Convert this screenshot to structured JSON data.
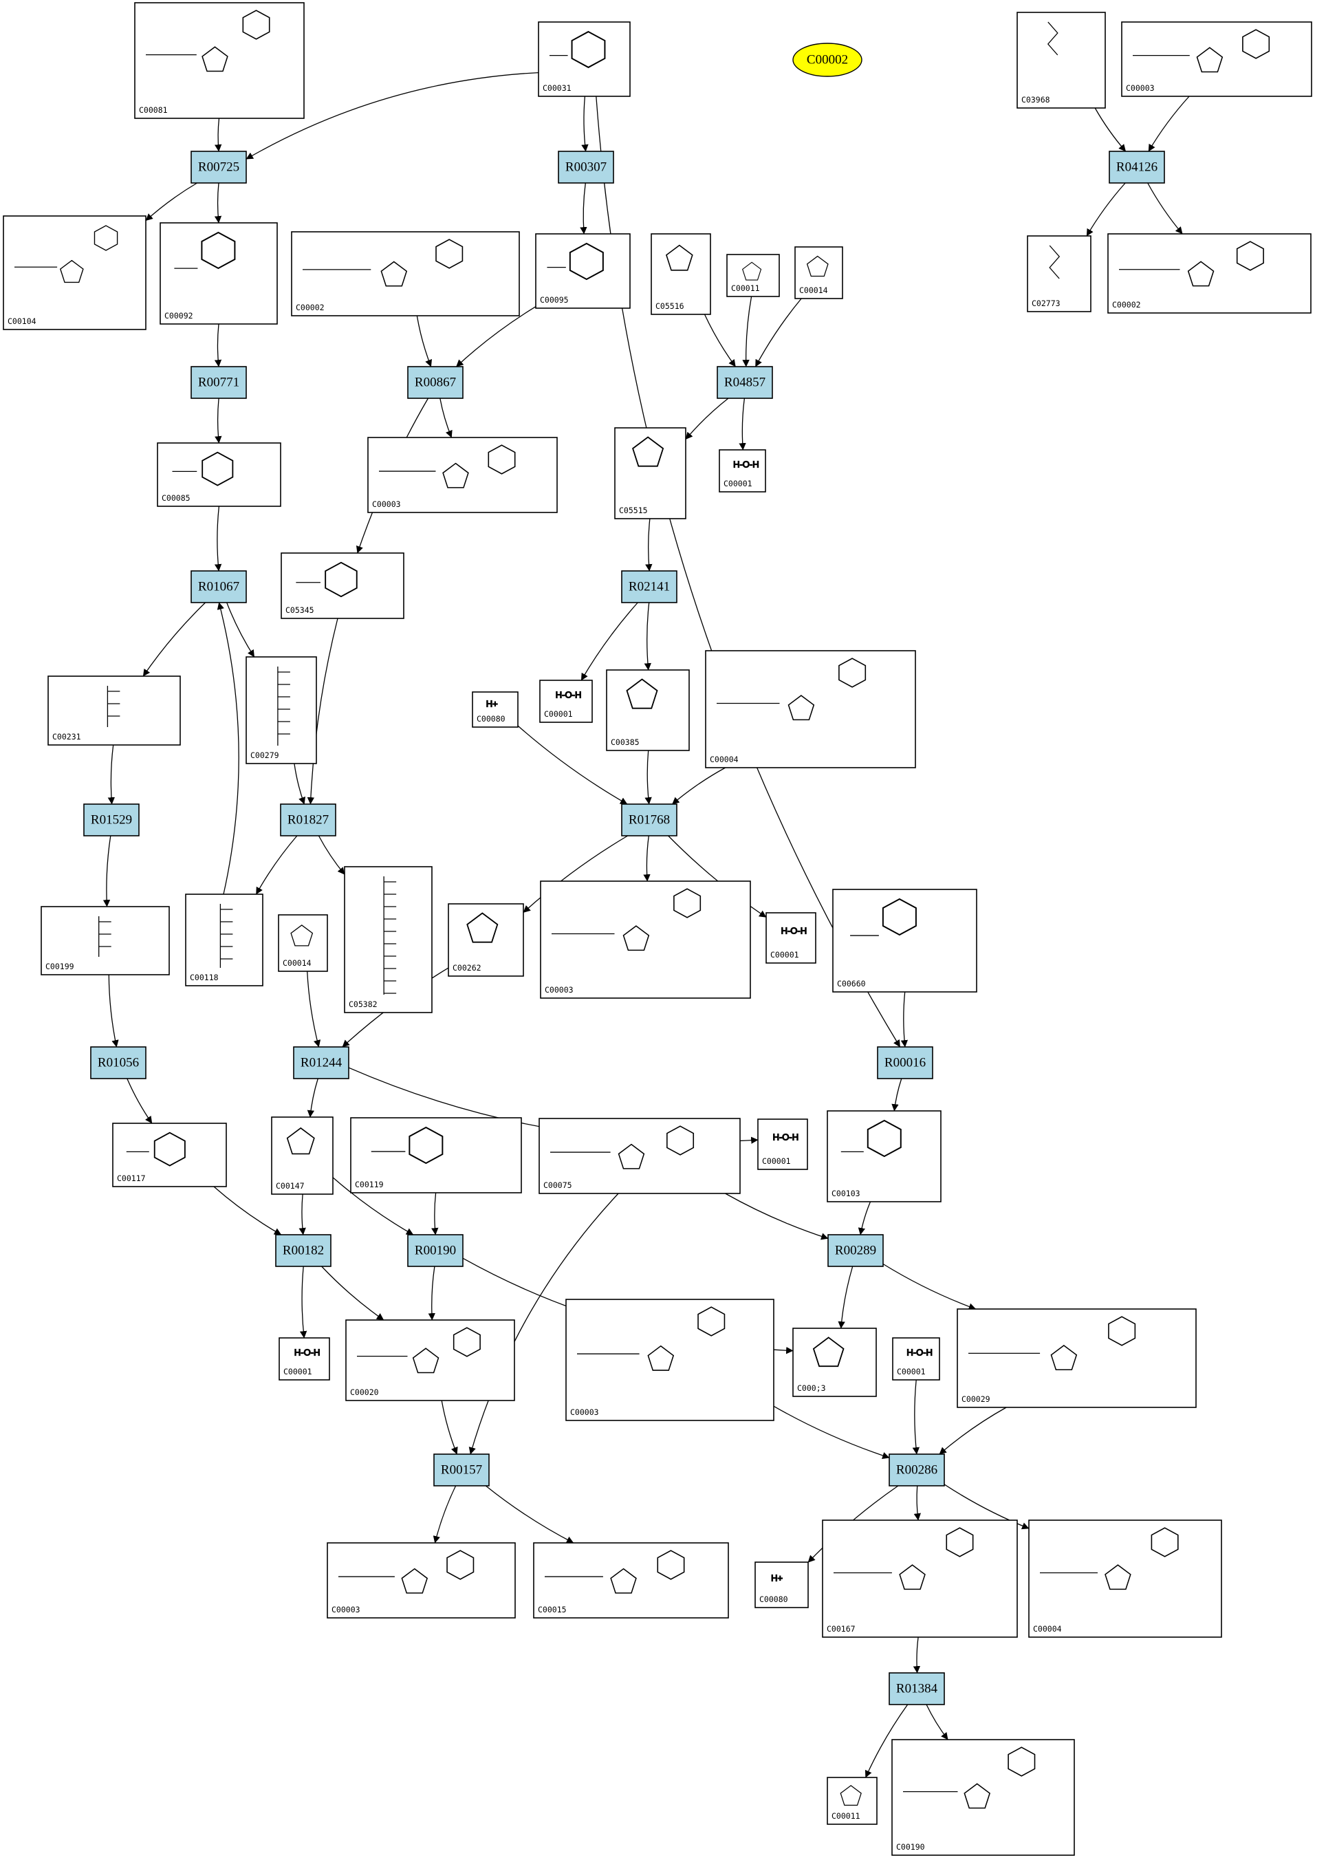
{
  "highlight": {
    "label": "C00002"
  },
  "reactions": [
    {
      "id": "R00725",
      "label": "R00725"
    },
    {
      "id": "R00307",
      "label": "R00307"
    },
    {
      "id": "R04126",
      "label": "R04126"
    },
    {
      "id": "R00771",
      "label": "R00771"
    },
    {
      "id": "R00867",
      "label": "R00867"
    },
    {
      "id": "R04857",
      "label": "R04857"
    },
    {
      "id": "R01067",
      "label": "R01067"
    },
    {
      "id": "R02141",
      "label": "R02141"
    },
    {
      "id": "R01529",
      "label": "R01529"
    },
    {
      "id": "R01827",
      "label": "R01827"
    },
    {
      "id": "R01768",
      "label": "R01768"
    },
    {
      "id": "R01056",
      "label": "R01056"
    },
    {
      "id": "R01244",
      "label": "R01244"
    },
    {
      "id": "R00016",
      "label": "R00016"
    },
    {
      "id": "R00182",
      "label": "R00182"
    },
    {
      "id": "R00190",
      "label": "R00190"
    },
    {
      "id": "R00289",
      "label": "R00289"
    },
    {
      "id": "R00157",
      "label": "R00157"
    },
    {
      "id": "R00286",
      "label": "R00286"
    },
    {
      "id": "R01384",
      "label": "R01384"
    }
  ],
  "compounds": [
    {
      "id": "c1",
      "label": "C00081",
      "kind": "nucleotide"
    },
    {
      "id": "c2",
      "label": "C00031",
      "kind": "sugar"
    },
    {
      "id": "c3",
      "label": "C03968",
      "kind": "lipid"
    },
    {
      "id": "c4",
      "label": "C00003",
      "kind": "nucleotide"
    },
    {
      "id": "c5",
      "label": "C00104",
      "kind": "nucleotide"
    },
    {
      "id": "c6",
      "label": "C00092",
      "kind": "sugar"
    },
    {
      "id": "c7",
      "label": "C00002",
      "kind": "nucleotide"
    },
    {
      "id": "c8",
      "label": "C00095",
      "kind": "sugar"
    },
    {
      "id": "c9",
      "label": "C05516",
      "kind": "small"
    },
    {
      "id": "c10",
      "label": "C00011",
      "kind": "small"
    },
    {
      "id": "c11",
      "label": "C00014",
      "kind": "small"
    },
    {
      "id": "c12",
      "label": "C02773",
      "kind": "lipid"
    },
    {
      "id": "c13",
      "label": "C00002",
      "kind": "nucleotide"
    },
    {
      "id": "c14",
      "label": "C00085",
      "kind": "sugar"
    },
    {
      "id": "c15",
      "label": "C00003",
      "kind": "nucleotide"
    },
    {
      "id": "c16",
      "label": "C05515",
      "kind": "small"
    },
    {
      "id": "c17",
      "label": "C00001",
      "kind": "water"
    },
    {
      "id": "c18",
      "label": "C05345",
      "kind": "sugar"
    },
    {
      "id": "c19",
      "label": "C00231",
      "kind": "chain"
    },
    {
      "id": "c20",
      "label": "C00279",
      "kind": "chain"
    },
    {
      "id": "c21",
      "label": "C00001",
      "kind": "water"
    },
    {
      "id": "c22",
      "label": "C00385",
      "kind": "small"
    },
    {
      "id": "c23",
      "label": "C00080",
      "kind": "proton"
    },
    {
      "id": "c24",
      "label": "C00004",
      "kind": "nucleotide"
    },
    {
      "id": "c25",
      "label": "C00199",
      "kind": "chain"
    },
    {
      "id": "c26",
      "label": "C00118",
      "kind": "chain"
    },
    {
      "id": "c27",
      "label": "C00014",
      "kind": "small"
    },
    {
      "id": "c28",
      "label": "C05382",
      "kind": "chain"
    },
    {
      "id": "c29",
      "label": "C00262",
      "kind": "small"
    },
    {
      "id": "c30",
      "label": "C00003",
      "kind": "nucleotide"
    },
    {
      "id": "c31",
      "label": "C00001",
      "kind": "water"
    },
    {
      "id": "c32",
      "label": "C00660",
      "kind": "sugar"
    },
    {
      "id": "c33",
      "label": "C00117",
      "kind": "sugar"
    },
    {
      "id": "c34",
      "label": "C00147",
      "kind": "small"
    },
    {
      "id": "c35",
      "label": "C00119",
      "kind": "sugar"
    },
    {
      "id": "c36",
      "label": "C00075",
      "kind": "nucleotide"
    },
    {
      "id": "c37",
      "label": "C00001",
      "kind": "water"
    },
    {
      "id": "c38",
      "label": "C00103",
      "kind": "sugar"
    },
    {
      "id": "c39",
      "label": "C00001",
      "kind": "water"
    },
    {
      "id": "c40",
      "label": "C00020",
      "kind": "nucleotide"
    },
    {
      "id": "c41",
      "label": "C00003",
      "kind": "nucleotide"
    },
    {
      "id": "c42",
      "label": "C000;3",
      "kind": "small"
    },
    {
      "id": "c43",
      "label": "C00001",
      "kind": "water"
    },
    {
      "id": "c44",
      "label": "C00029",
      "kind": "nucleotide"
    },
    {
      "id": "c45",
      "label": "C00003",
      "kind": "nucleotide"
    },
    {
      "id": "c46",
      "label": "C00015",
      "kind": "nucleotide"
    },
    {
      "id": "c47",
      "label": "C00080",
      "kind": "proton"
    },
    {
      "id": "c48",
      "label": "C00167",
      "kind": "nucleotide"
    },
    {
      "id": "c49",
      "label": "C00004",
      "kind": "nucleotide"
    },
    {
      "id": "c50",
      "label": "C00011",
      "kind": "small"
    },
    {
      "id": "c51",
      "label": "C00190",
      "kind": "nucleotide"
    }
  ],
  "edges": [
    [
      "c1",
      "R00725"
    ],
    [
      "c2",
      "R00725"
    ],
    [
      "R00725",
      "c5"
    ],
    [
      "R00725",
      "c6"
    ],
    [
      "c2",
      "R00307"
    ],
    [
      "R00307",
      "c8"
    ],
    [
      "c2",
      "R00016"
    ],
    [
      "c3",
      "R04126"
    ],
    [
      "c4",
      "R04126"
    ],
    [
      "R04126",
      "c12"
    ],
    [
      "R04126",
      "c13"
    ],
    [
      "c6",
      "R00771"
    ],
    [
      "R00771",
      "c14"
    ],
    [
      "c7",
      "R00867"
    ],
    [
      "c8",
      "R00867"
    ],
    [
      "R00867",
      "c15"
    ],
    [
      "R00867",
      "c18"
    ],
    [
      "c9",
      "R04857"
    ],
    [
      "c10",
      "R04857"
    ],
    [
      "c11",
      "R04857"
    ],
    [
      "R04857",
      "c16"
    ],
    [
      "R04857",
      "c17"
    ],
    [
      "c14",
      "R01067"
    ],
    [
      "R01067",
      "c19"
    ],
    [
      "R01067",
      "c20"
    ],
    [
      "c26",
      "R01067"
    ],
    [
      "c16",
      "R02141"
    ],
    [
      "R02141",
      "c21"
    ],
    [
      "R02141",
      "c22"
    ],
    [
      "c19",
      "R01529"
    ],
    [
      "R01529",
      "c25"
    ],
    [
      "c18",
      "R01827"
    ],
    [
      "c20",
      "R01827"
    ],
    [
      "R01827",
      "c26"
    ],
    [
      "R01827",
      "c28"
    ],
    [
      "c22",
      "R01768"
    ],
    [
      "c23",
      "R01768"
    ],
    [
      "c24",
      "R01768"
    ],
    [
      "R01768",
      "c29"
    ],
    [
      "R01768",
      "c30"
    ],
    [
      "R01768",
      "c31"
    ],
    [
      "c25",
      "R01056"
    ],
    [
      "R01056",
      "c33"
    ],
    [
      "c27",
      "R01244"
    ],
    [
      "c29",
      "R01244"
    ],
    [
      "R01244",
      "c34"
    ],
    [
      "R01244",
      "c37"
    ],
    [
      "c32",
      "R00016"
    ],
    [
      "R00016",
      "c38"
    ],
    [
      "c33",
      "R00182"
    ],
    [
      "c34",
      "R00182"
    ],
    [
      "R00182",
      "c39"
    ],
    [
      "R00182",
      "c40"
    ],
    [
      "c34",
      "R00190"
    ],
    [
      "c35",
      "R00190"
    ],
    [
      "R00190",
      "c40"
    ],
    [
      "R00190",
      "c42"
    ],
    [
      "c36",
      "R00289"
    ],
    [
      "c38",
      "R00289"
    ],
    [
      "R00289",
      "c42"
    ],
    [
      "R00289",
      "c44"
    ],
    [
      "c40",
      "R00157"
    ],
    [
      "c36",
      "R00157"
    ],
    [
      "R00157",
      "c45"
    ],
    [
      "R00157",
      "c46"
    ],
    [
      "c41",
      "R00286"
    ],
    [
      "c43",
      "R00286"
    ],
    [
      "c44",
      "R00286"
    ],
    [
      "R00286",
      "c47"
    ],
    [
      "R00286",
      "c48"
    ],
    [
      "R00286",
      "c49"
    ],
    [
      "c48",
      "R01384"
    ],
    [
      "R01384",
      "c50"
    ],
    [
      "R01384",
      "c51"
    ]
  ]
}
